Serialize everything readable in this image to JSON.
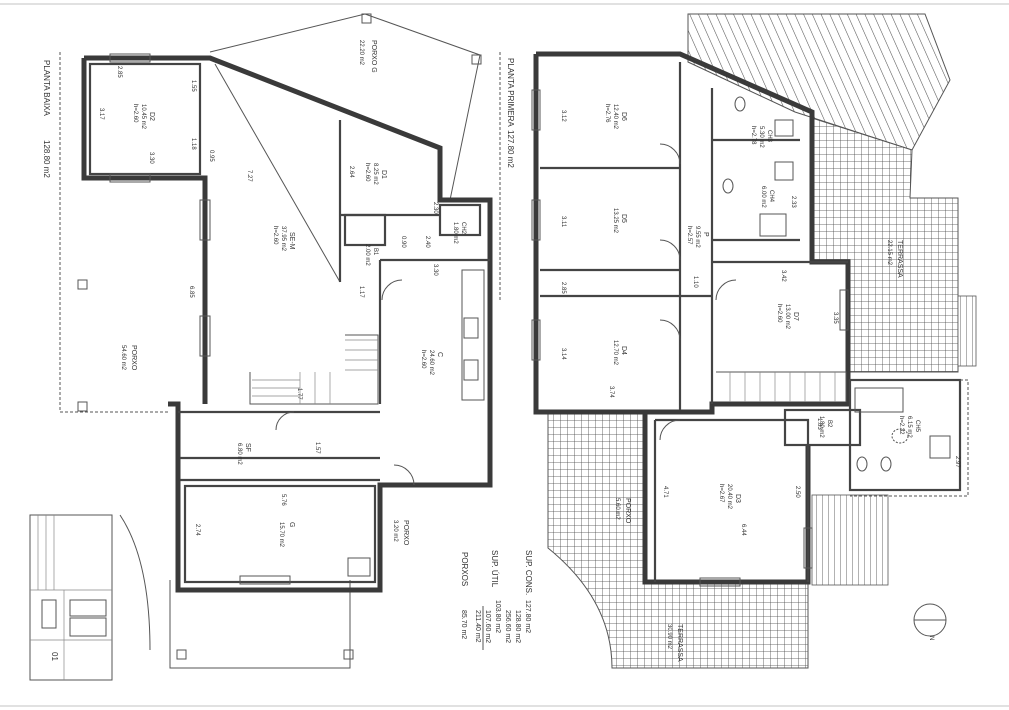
{
  "ground_floor": {
    "title": "PLANTA BAIXA",
    "area": "128.80 m2",
    "rooms": [
      {
        "name": "D2",
        "area": "10.45 m2",
        "height": "h=2.60"
      },
      {
        "name": "PORXO G",
        "area": "22.20 m2"
      },
      {
        "name": "D1",
        "area": "8.25 m2",
        "height": "h=2.60"
      },
      {
        "name": "SE-M",
        "area": "37.95 m2",
        "height": "h=2.60"
      },
      {
        "name": "B1",
        "area": "2.00 m2"
      },
      {
        "name": "CH2",
        "area": "1.80 m2"
      },
      {
        "name": "C",
        "area": "24.60 m2",
        "height": "h=2.60"
      },
      {
        "name": "PORXO",
        "area": "54.60 m2"
      },
      {
        "name": "SF",
        "area": "6.80 m2"
      },
      {
        "name": "G",
        "area": "15.70 m2"
      },
      {
        "name": "PORXO",
        "area": "3.20 m2"
      }
    ],
    "dims": [
      "2.85",
      "3.17",
      "3.30",
      "1.55",
      "1.18",
      "0.95",
      "2.64",
      "2.30",
      "7.27",
      "6.85",
      "1.17",
      "0.90",
      "2.40",
      "3.30",
      "1.77",
      "1.57",
      "5.76",
      "2.74"
    ]
  },
  "first_floor": {
    "title": "PLANTA PRIMERA",
    "area": "127.80 m2",
    "rooms": [
      {
        "name": "D6",
        "area": "12.40 m2",
        "height": "h=2.76"
      },
      {
        "name": "D5",
        "area": "13.25 m2"
      },
      {
        "name": "P",
        "area": "9.55 m2",
        "height": "h=2.57"
      },
      {
        "name": "CH3",
        "area": "5.30 m2",
        "height": "h=2.78"
      },
      {
        "name": "CH4",
        "area": "6.00 m2"
      },
      {
        "name": "TERRASSA",
        "area": "22.15 m2"
      },
      {
        "name": "D7",
        "area": "13.00 m2",
        "height": "h=2.60"
      },
      {
        "name": "D4",
        "area": "12.70 m2"
      },
      {
        "name": "B2",
        "area": "1.80 m2"
      },
      {
        "name": "CH5",
        "area": "6.15 m2",
        "height": "h=2.32"
      },
      {
        "name": "D3",
        "area": "20.40 m2",
        "height": "h=2.67"
      },
      {
        "name": "PORXO",
        "area": "5.60 m2"
      },
      {
        "name": "TERRASSA",
        "area": "30.90 m2"
      }
    ],
    "dims": [
      "3.12",
      "3.11",
      "2.85",
      "3.14",
      "3.74",
      "1.10",
      "3.42",
      "3.35",
      "2.33",
      "4.71",
      "2.50",
      "6.44",
      "1.83",
      "2.97"
    ]
  },
  "summary": {
    "rows": [
      {
        "label": "SUP. CONS.",
        "a": "127.80 m2",
        "b": "128.80 m2",
        "total": "256.60 m2"
      },
      {
        "label": "SUP. ÚTIL",
        "a": "103.80 m2",
        "b": "107.60 m2",
        "total": "211.40 m2"
      },
      {
        "label": "PORXOS",
        "a": "85.70 m2",
        "b": "",
        "total": ""
      }
    ]
  },
  "title_block": {
    "sheet": "01"
  },
  "north": {
    "label": "N"
  }
}
